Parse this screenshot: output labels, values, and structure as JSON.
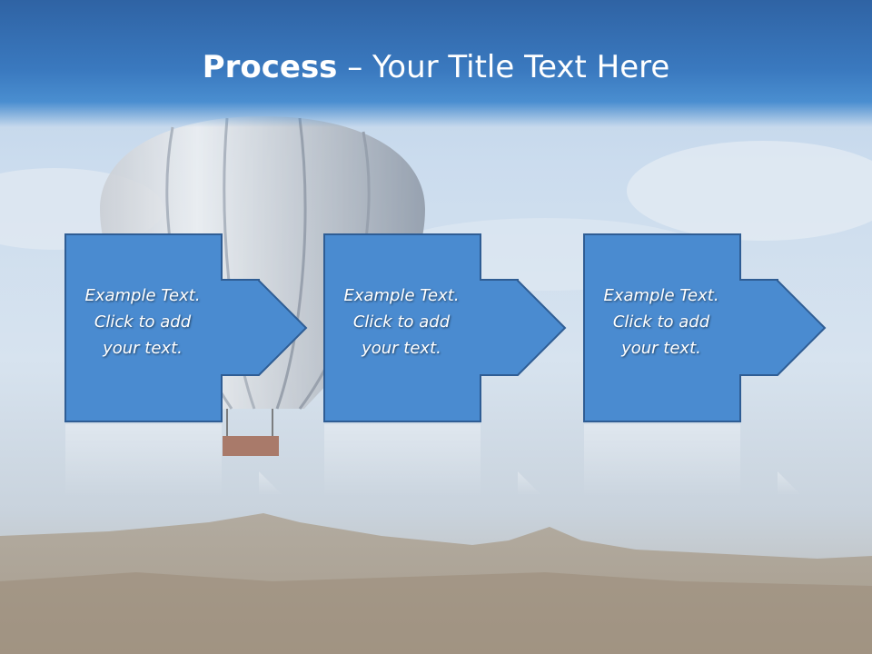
{
  "slide": {
    "title_bold": "Process",
    "title_rest": " – Your Title Text Here"
  },
  "steps": [
    {
      "line1": "Example Text.",
      "line2": "Click  to add",
      "line3": "your text."
    },
    {
      "line1": "Example Text.",
      "line2": "Click  to add",
      "line3": "your text."
    },
    {
      "line1": "Example Text.",
      "line2": "Click  to add",
      "line3": "your text."
    }
  ],
  "colors": {
    "header": "#3a79bf",
    "box_fill": "#4a8bd0",
    "box_stroke": "#2f5d94",
    "text": "#ffffff"
  },
  "icons": {
    "arrow": "right-arrow-icon"
  }
}
